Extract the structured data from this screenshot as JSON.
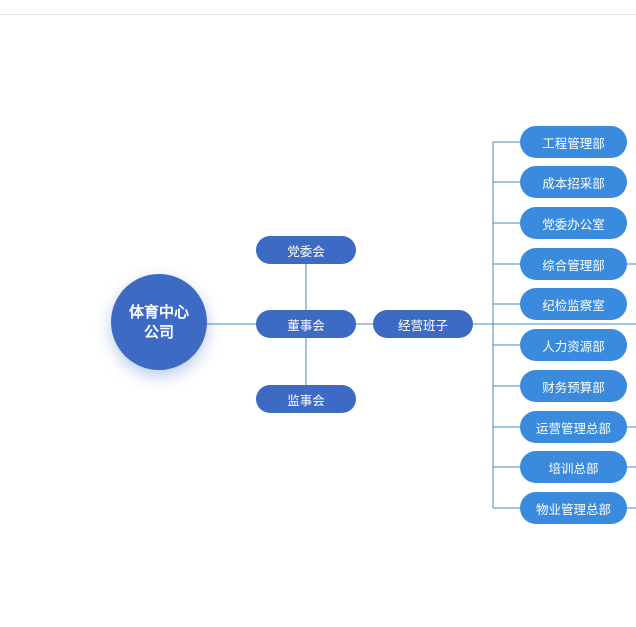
{
  "root": {
    "line1": "体育中心",
    "line2": "公司"
  },
  "governance": {
    "party_committee": "党委会",
    "board": "董事会",
    "supervisory_board": "监事会"
  },
  "management": {
    "label": "经营班子"
  },
  "departments": [
    "工程管理部",
    "成本招采部",
    "党委办公室",
    "综合管理部",
    "纪检监察室",
    "人力资源部",
    "财务预算部",
    "运营管理总部",
    "培训总部",
    "物业管理总部"
  ],
  "colors": {
    "node": "#3d6bc4",
    "department": "#3a8ade",
    "connector": "#3f8bc9"
  }
}
